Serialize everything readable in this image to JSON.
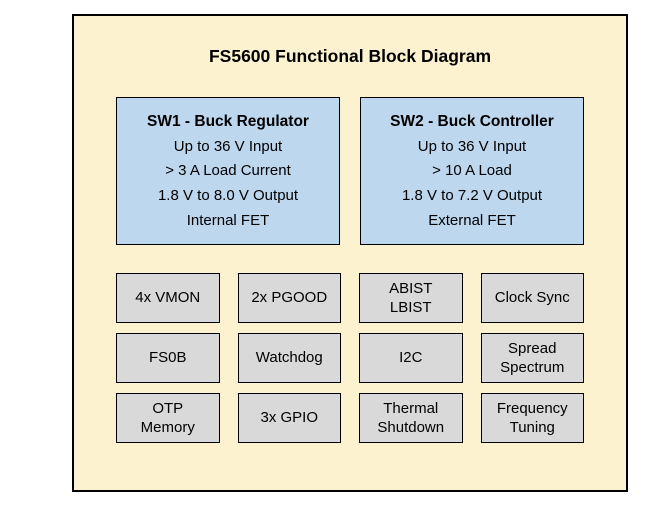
{
  "diagram": {
    "title": "FS5600 Functional Block Diagram",
    "colors": {
      "frame_background": "#FCF2CF",
      "sw_block_fill": "#BDD7EE",
      "feature_block_fill": "#D9D9D9",
      "border": "#000000"
    },
    "sw_blocks": [
      {
        "title": "SW1 - Buck Regulator",
        "lines": [
          "Up to 36 V Input",
          "> 3 A Load Current",
          "1.8 V to 8.0 V Output",
          "Internal FET"
        ]
      },
      {
        "title": "SW2 - Buck Controller",
        "lines": [
          "Up to 36 V Input",
          "> 10 A Load",
          "1.8 V to 7.2 V Output",
          "External FET"
        ]
      }
    ],
    "feature_blocks": [
      [
        "4x VMON",
        "2x PGOOD",
        "ABIST\nLBIST",
        "Clock Sync"
      ],
      [
        "FS0B",
        "Watchdog",
        "I2C",
        "Spread\nSpectrum"
      ],
      [
        "OTP\nMemory",
        "3x GPIO",
        "Thermal\nShutdown",
        "Frequency\nTuning"
      ]
    ]
  }
}
